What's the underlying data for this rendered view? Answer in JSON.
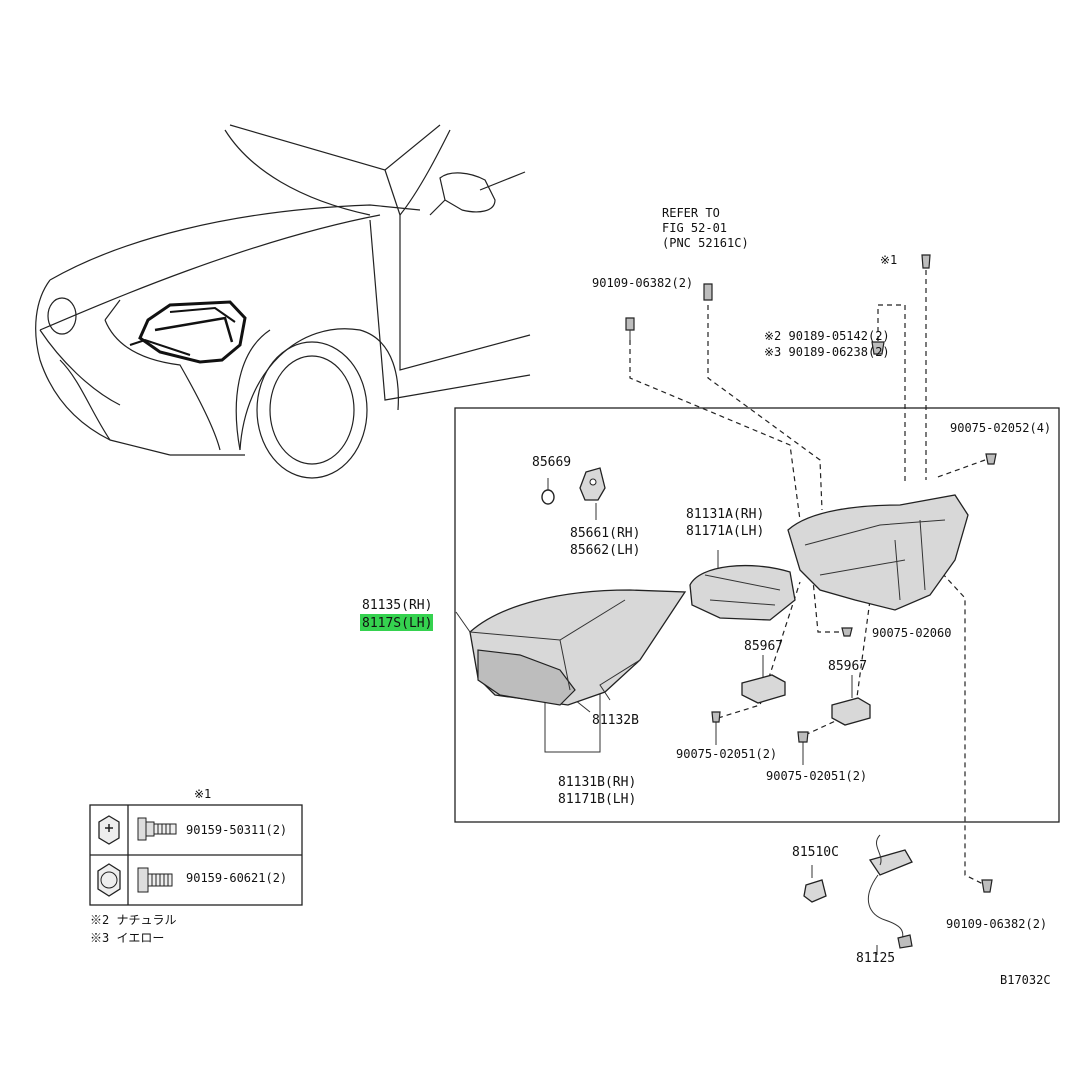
{
  "refer": {
    "line1": "REFER TO",
    "line2": "FIG 52-01",
    "line3": "(PNC 52161C)"
  },
  "parts": {
    "bolt_top_left": "90109-06382(2)",
    "note1_bolt": "※1",
    "clip_natural": "※2 90189-05142(2)",
    "clip_yellow": "※3 90189-06238(2)",
    "screw_right_top": "90075-02052(4)",
    "p85669": "85669",
    "p85661": "85661(RH)",
    "p85662": "85662(LH)",
    "p81131a": "81131A(RH)",
    "p81171a": "81171A(LH)",
    "p81135": "81135(RH)",
    "p81175": "8117S(LH)",
    "screw_right_mid": "90075-02060",
    "p85967_a": "85967",
    "p85967_b": "85967",
    "p81132b": "81132B",
    "screw_bot_a": "90075-02051(2)",
    "screw_bot_b": "90075-02051(2)",
    "p81131b": "81131B(RH)",
    "p81171b": "81171B(LH)",
    "p81510c": "81510C",
    "p81125": "81125",
    "bolt_bottom_right": "90109-06382(2)",
    "diagram_code": "B17032C"
  },
  "legend": {
    "title": "※1",
    "row1": "90159-50311(2)",
    "row2": "90159-60621(2)",
    "note2": "※2 ナチュラル",
    "note3": "※3 イエロー"
  },
  "colors": {
    "highlight": "#35d24f",
    "line": "#222222"
  }
}
